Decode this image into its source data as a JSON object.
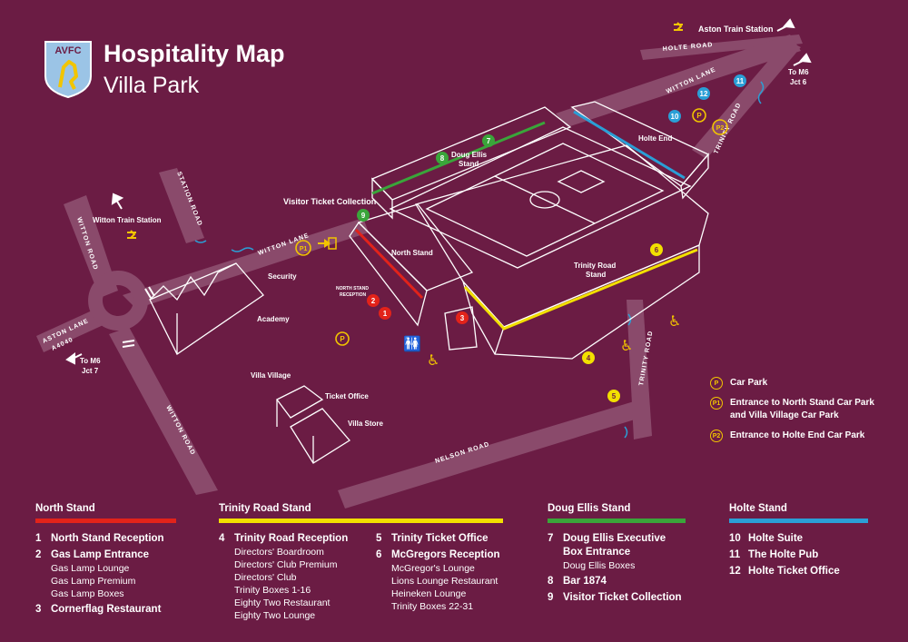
{
  "header": {
    "title": "Hospitality Map",
    "subtitle": "Villa Park",
    "crest_text": "AVFC"
  },
  "colors": {
    "background": "#6b1c44",
    "road": "#8a4a6b",
    "north": "#e2231a",
    "trinity": "#f2e000",
    "doug_ellis": "#3aa53a",
    "holte": "#2a9fd6",
    "car_park": "#f2c500"
  },
  "map_labels": {
    "aston_train_station": "Aston Train Station",
    "witton_train_station": "Witton Train Station",
    "to_m6_jct6": [
      "To M6",
      "Jct 6"
    ],
    "to_m6_jct7": [
      "To M6",
      "Jct 7"
    ],
    "visitor_ticket_collection": "Visitor Ticket Collection",
    "doug_ellis_stand": [
      "Doug Ellis",
      "Stand"
    ],
    "holte_end": "Holte End",
    "north_stand": "North Stand",
    "trinity_road_stand": [
      "Trinity Road",
      "Stand"
    ],
    "north_stand_reception": [
      "NORTH STAND",
      "RECEPTION"
    ],
    "security": "Security",
    "academy": "Academy",
    "villa_village": "Villa Village",
    "ticket_office": "Ticket Office",
    "villa_store": "Villa Store"
  },
  "road_labels": {
    "holte_road": "HOLTE ROAD",
    "witton_lane_top": "WITTON LANE",
    "trinity_road_right": "TRINITY ROAD",
    "station_road": "STATION ROAD",
    "witton_road_left": "WITTON ROAD",
    "witton_lane_mid": "WITTON LANE",
    "aston_lane": "ASTON LANE",
    "aston_lane_code": "A4040",
    "witton_road_bottom": "WITTON ROAD",
    "nelson_road": "NELSON ROAD",
    "trinity_road_bottom": "TRINITY ROAD"
  },
  "markers": {
    "m1": "1",
    "m2": "2",
    "m3": "3",
    "m4": "4",
    "m5": "5",
    "m6": "6",
    "m7": "7",
    "m8": "8",
    "m9": "9",
    "m10": "10",
    "m11": "11",
    "m12": "12",
    "p": "P",
    "p1": "P1",
    "p2": "P2"
  },
  "map_legend": [
    {
      "symbol": "P",
      "text": "Car Park"
    },
    {
      "symbol": "P1",
      "text": "Entrance to North Stand Car Park and Villa Village Car Park"
    },
    {
      "symbol": "P2",
      "text": "Entrance to Holte End Car Park"
    }
  ],
  "key": {
    "north": {
      "heading": "North Stand",
      "items": [
        {
          "num": "1",
          "label": "North Stand Reception",
          "subs": []
        },
        {
          "num": "2",
          "label": "Gas Lamp Entrance",
          "subs": [
            "Gas Lamp Lounge",
            "Gas Lamp Premium",
            "Gas Lamp Boxes"
          ]
        },
        {
          "num": "3",
          "label": "Cornerflag Restaurant",
          "subs": []
        }
      ]
    },
    "trinity_a": {
      "heading": "Trinity Road Stand",
      "items": [
        {
          "num": "4",
          "label": "Trinity Road Reception",
          "subs": [
            "Directors' Boardroom",
            "Directors' Club Premium",
            "Directors' Club",
            "Trinity Boxes 1-16",
            "Eighty Two Restaurant",
            "Eighty Two Lounge"
          ]
        }
      ]
    },
    "trinity_b": {
      "items": [
        {
          "num": "5",
          "label": "Trinity Ticket Office",
          "subs": []
        },
        {
          "num": "6",
          "label": "McGregors Reception",
          "subs": [
            "McGregor's Lounge",
            "Lions Lounge Restaurant",
            "Heineken Lounge",
            "Trinity Boxes 22-31"
          ]
        }
      ]
    },
    "doug": {
      "heading": "Doug Ellis Stand",
      "items": [
        {
          "num": "7",
          "label": "Doug Ellis Executive Box Entrance",
          "subs": [
            "Doug Ellis Boxes"
          ]
        },
        {
          "num": "8",
          "label": "Bar 1874",
          "subs": []
        },
        {
          "num": "9",
          "label": "Visitor Ticket Collection",
          "subs": []
        }
      ]
    },
    "holte": {
      "heading": "Holte Stand",
      "items": [
        {
          "num": "10",
          "label": "Holte Suite",
          "subs": []
        },
        {
          "num": "11",
          "label": "The Holte Pub",
          "subs": []
        },
        {
          "num": "12",
          "label": "Holte Ticket Office",
          "subs": []
        }
      ]
    }
  }
}
